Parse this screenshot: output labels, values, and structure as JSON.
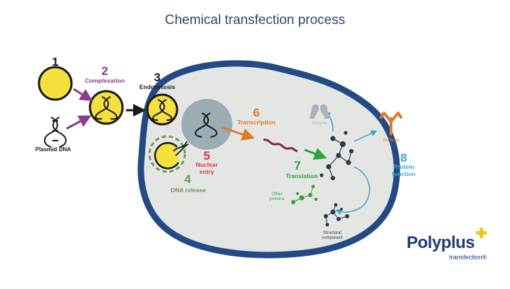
{
  "title": "Chemical transfection process",
  "steps": [
    {
      "num": "1",
      "label": ""
    },
    {
      "num": "2",
      "label": "Complexation"
    },
    {
      "num": "3",
      "label": "Endocytosis"
    },
    {
      "num": "4",
      "label": "DNA release"
    },
    {
      "num": "5",
      "label": "Nuclear entry"
    },
    {
      "num": "6",
      "label": "Transcription"
    },
    {
      "num": "7",
      "label": "Translation"
    },
    {
      "num": "8",
      "label": "Protein function"
    }
  ],
  "labels": {
    "plasmid": "Plasmid DNA",
    "enzyme": "Enzyme",
    "antibody": "Antibody",
    "other_proteins": "Other proteins",
    "structural": "Structural component"
  },
  "logo": {
    "name": "Polyplus",
    "tagline": "transfection®"
  },
  "colors": {
    "title": "#2b4a6e",
    "black": "#1a1a1a",
    "purple": "#8a3d8f",
    "green_step": "#6f9a55",
    "red": "#d83a4a",
    "orange": "#e07b28",
    "green": "#2ea33a",
    "blue": "#3aa8c8",
    "cell_fill": "#e4e6e4",
    "cell_border": "#244a86",
    "yellow": "#f5e03c"
  }
}
